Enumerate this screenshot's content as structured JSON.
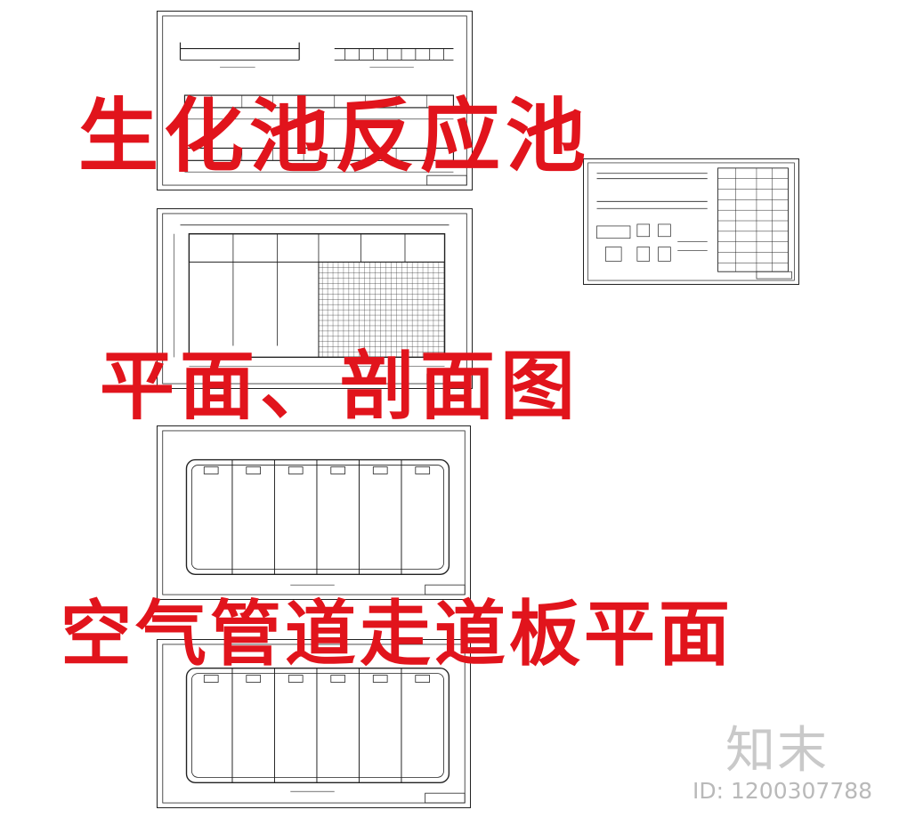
{
  "overlay_text": {
    "line1": "生化池反应池",
    "line2": "平面、剖面图",
    "line3": "空气管道走道板平面"
  },
  "watermark": {
    "brand_cn": "知末",
    "id_text": "ID: 1200307788"
  },
  "colors": {
    "overlay": "#e1141c",
    "drawing_line": "#222222",
    "watermark": "#c4c4c4"
  }
}
